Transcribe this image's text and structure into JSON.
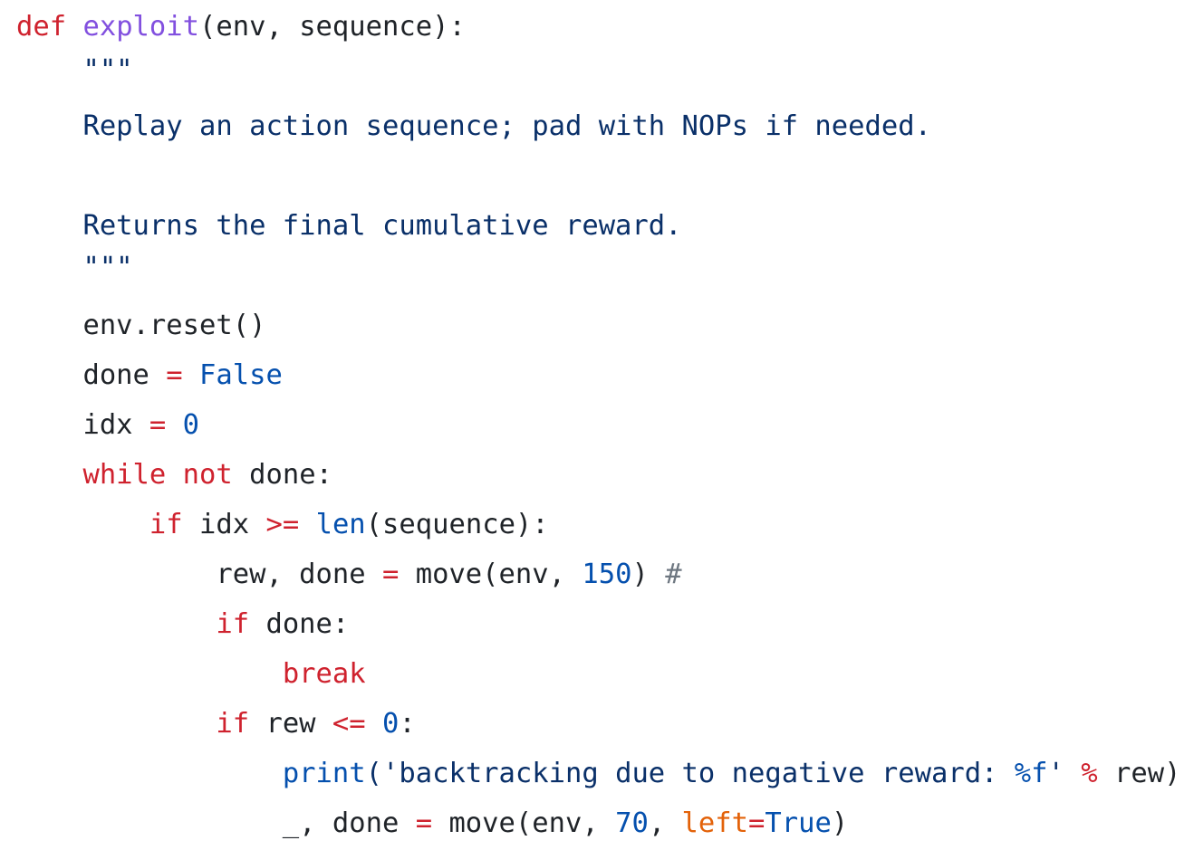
{
  "code": {
    "language": "python",
    "lines": [
      [
        {
          "t": "def",
          "c": "keyword"
        },
        {
          "t": " "
        },
        {
          "t": "exploit",
          "c": "func"
        },
        {
          "t": "(env, sequence):"
        }
      ],
      [
        {
          "t": "    \"\"\"",
          "c": "doc"
        }
      ],
      [
        {
          "t": "    Replay an action sequence; pad with NOPs if needed.",
          "c": "doc"
        }
      ],
      [
        {
          "t": ""
        }
      ],
      [
        {
          "t": "    Returns the final cumulative reward.",
          "c": "doc"
        }
      ],
      [
        {
          "t": "    \"\"\"",
          "c": "doc"
        }
      ],
      [
        {
          "t": "    env.reset()"
        }
      ],
      [
        {
          "t": "    done "
        },
        {
          "t": "=",
          "c": "op"
        },
        {
          "t": " "
        },
        {
          "t": "False",
          "c": "builtin"
        }
      ],
      [
        {
          "t": "    idx "
        },
        {
          "t": "=",
          "c": "op"
        },
        {
          "t": " "
        },
        {
          "t": "0",
          "c": "number"
        }
      ],
      [
        {
          "t": "    "
        },
        {
          "t": "while",
          "c": "keyword"
        },
        {
          "t": " "
        },
        {
          "t": "not",
          "c": "keyword"
        },
        {
          "t": " done:"
        }
      ],
      [
        {
          "t": "        "
        },
        {
          "t": "if",
          "c": "keyword"
        },
        {
          "t": " idx "
        },
        {
          "t": ">=",
          "c": "op"
        },
        {
          "t": " "
        },
        {
          "t": "len",
          "c": "builtin"
        },
        {
          "t": "(sequence):"
        }
      ],
      [
        {
          "t": "            rew, done "
        },
        {
          "t": "=",
          "c": "op"
        },
        {
          "t": " move(env, "
        },
        {
          "t": "150",
          "c": "number"
        },
        {
          "t": ") "
        },
        {
          "t": "#",
          "c": "comment"
        }
      ],
      [
        {
          "t": "            "
        },
        {
          "t": "if",
          "c": "keyword"
        },
        {
          "t": " done:"
        }
      ],
      [
        {
          "t": "                "
        },
        {
          "t": "break",
          "c": "keyword"
        }
      ],
      [
        {
          "t": "            "
        },
        {
          "t": "if",
          "c": "keyword"
        },
        {
          "t": " rew "
        },
        {
          "t": "<=",
          "c": "op"
        },
        {
          "t": " "
        },
        {
          "t": "0",
          "c": "number"
        },
        {
          "t": ":"
        }
      ],
      [
        {
          "t": "                "
        },
        {
          "t": "print",
          "c": "builtin"
        },
        {
          "t": "('backtracking due to negative reward: ",
          "c": "string"
        },
        {
          "t": "%f",
          "c": "builtin"
        },
        {
          "t": "'",
          "c": "string"
        },
        {
          "t": " "
        },
        {
          "t": "%",
          "c": "op"
        },
        {
          "t": " rew)"
        }
      ],
      [
        {
          "t": "                _, done "
        },
        {
          "t": "=",
          "c": "op"
        },
        {
          "t": " move(env, "
        },
        {
          "t": "70",
          "c": "number"
        },
        {
          "t": ", "
        },
        {
          "t": "left",
          "c": "kwarg"
        },
        {
          "t": "=",
          "c": "op"
        },
        {
          "t": "True",
          "c": "builtin"
        },
        {
          "t": ")"
        }
      ]
    ]
  },
  "colors": {
    "keyword": "#cf222e",
    "function": "#8250df",
    "builtin": "#0550ae",
    "kwarg": "#e36209",
    "docstring": "#0a3069",
    "text": "#1f2328",
    "background": "#ffffff"
  }
}
